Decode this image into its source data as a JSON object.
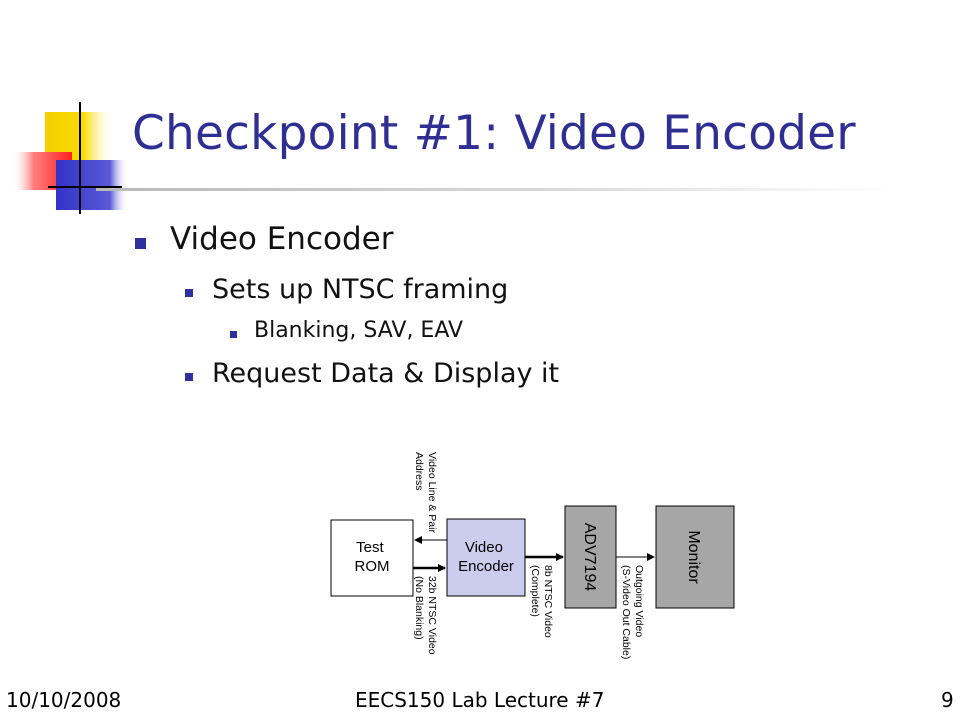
{
  "slide": {
    "title": "Checkpoint #1: Video Encoder",
    "bullets": {
      "level1": "Video Encoder",
      "level2_first": "Sets up NTSC framing",
      "level3": "Blanking, SAV, EAV",
      "level2_second": "Request Data & Display it"
    }
  },
  "diagram": {
    "test_rom": [
      "Test",
      "ROM"
    ],
    "video_encoder": [
      "Video",
      "Encoder"
    ],
    "adv7194": "ADV7194",
    "monitor": "Monitor",
    "address_label": [
      "Video Line & Pair",
      "Address"
    ],
    "data_label": [
      "32b NTSC Video",
      "(No Blanking)"
    ],
    "ntsc_out_label": [
      "8b NTSC Video",
      "(Complete)"
    ],
    "outgoing_label": [
      "Outgoing Video",
      "(S-Video Out Cable)"
    ]
  },
  "footer": {
    "date": "10/10/2008",
    "course": "EECS150 Lab Lecture #7",
    "page": "9"
  },
  "colors": {
    "title": "#2f2f93",
    "bullet": "#2f2fa0",
    "encoder_fill": "#ccccee",
    "chip_fill": "#a6a6a6",
    "logo_yellow": "#f4d000",
    "logo_red": "#ff3030",
    "logo_blue": "#3030c8"
  }
}
